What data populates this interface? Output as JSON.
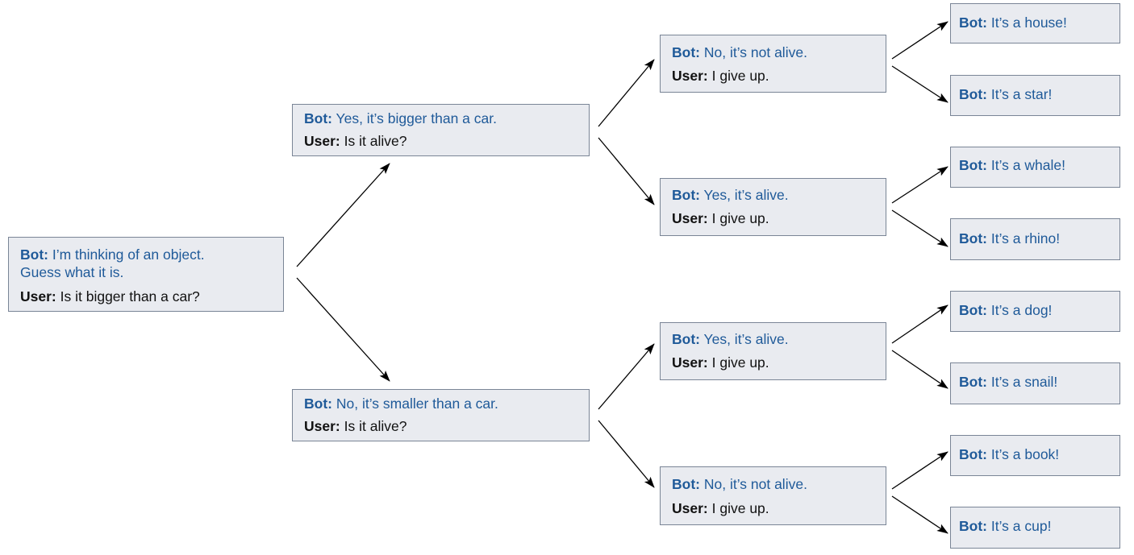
{
  "labels": {
    "bot": "Bot:",
    "user": "User:"
  },
  "nodes": {
    "root": {
      "bot_lines": [
        "I’m thinking of an object.",
        "Guess what it is."
      ],
      "user": "Is it bigger than a car?"
    },
    "bigger": {
      "bot": "Yes, it’s bigger than a car.",
      "user": "Is it alive?"
    },
    "smaller": {
      "bot": "No, it’s smaller than a car.",
      "user": "Is it alive?"
    },
    "bigger_not_alive": {
      "bot": "No, it’s not alive.",
      "user": "I give up."
    },
    "bigger_alive": {
      "bot": "Yes, it’s alive.",
      "user": "I give up."
    },
    "smaller_alive": {
      "bot": "Yes, it’s alive.",
      "user": "I give up."
    },
    "smaller_not_alive": {
      "bot": "No, it’s not alive.",
      "user": "I give up."
    }
  },
  "leaves": {
    "house": "It’s a house!",
    "star": "It’s a star!",
    "whale": "It’s a whale!",
    "rhino": "It’s a rhino!",
    "dog": "It’s a dog!",
    "snail": "It’s a snail!",
    "book": "It’s a book!",
    "cup": "It’s a cup!"
  },
  "colors": {
    "bot_text": "#1f5a99",
    "user_text": "#111111",
    "box_fill": "#e9ebf0",
    "box_border": "#7a8596"
  }
}
